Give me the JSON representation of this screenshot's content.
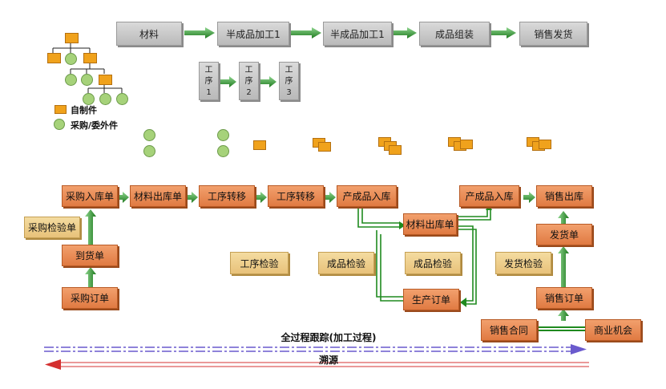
{
  "top_flow": {
    "steps": [
      "材料",
      "半成品加工1",
      "半成品加工1",
      "成品组装",
      "销售发货"
    ]
  },
  "sub_steps": [
    {
      "line1": "工",
      "line2": "序",
      "num": "1"
    },
    {
      "line1": "工",
      "line2": "序",
      "num": "2"
    },
    {
      "line1": "工",
      "line2": "序",
      "num": "3"
    }
  ],
  "legend": {
    "self_made": "自制件",
    "purchased": "采购/委外件"
  },
  "process": {
    "purchase_receipt": "采购入库单",
    "material_issue_1": "材料出库单",
    "transfer_1": "工序转移",
    "transfer_2": "工序转移",
    "product_receipt_1": "产成品入库",
    "product_receipt_2": "产成品入库",
    "sales_issue": "销售出库",
    "purchase_inspection": "采购检验单",
    "arrival": "到货单",
    "purchase_order": "采购订单",
    "process_inspection": "工序检验",
    "product_inspection_1": "成品检验",
    "product_inspection_2": "成品检验",
    "material_issue_2": "材料出库单",
    "production_order": "生产订单",
    "delivery": "发货单",
    "delivery_inspection": "发货检验",
    "sales_order": "销售订单",
    "sales_contract": "销售合同",
    "business_opportunity": "商业机会"
  },
  "tracking": {
    "forward": "全过程跟踪(加工过程)",
    "backward": "溯源"
  },
  "colors": {
    "arrow_green": "#2e8b2e",
    "orange_box": "#e8884f",
    "yellow_box": "#f0cf8a",
    "gray_box": "#c8c8c8",
    "part_orange": "#f0a21c",
    "part_green": "#a6d27a",
    "forward_line": "#6a5acd",
    "backward_line": "#d43030"
  }
}
